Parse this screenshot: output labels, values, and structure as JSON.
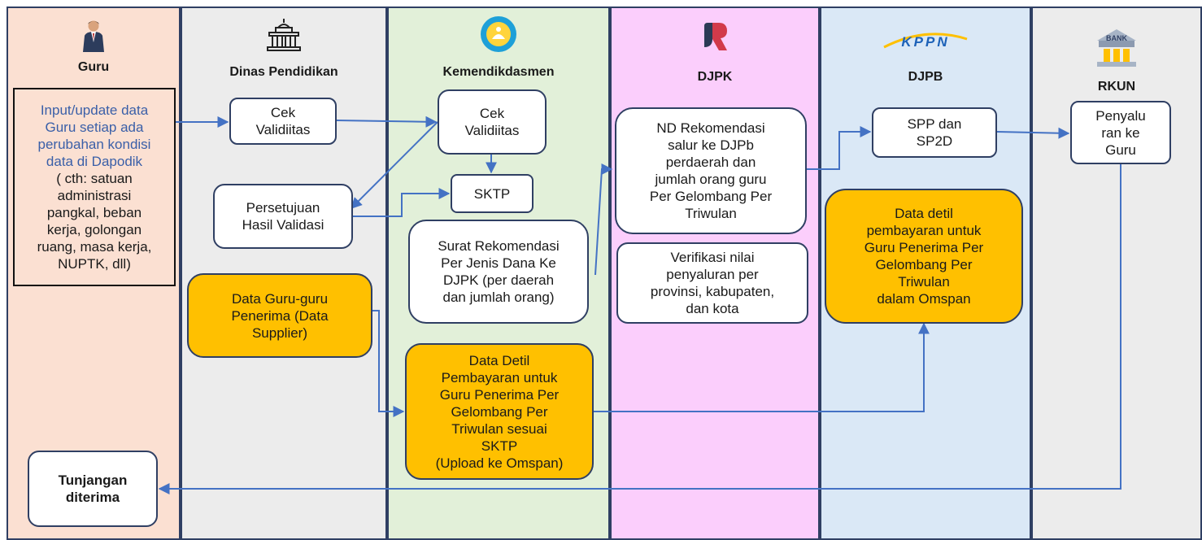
{
  "lanes": [
    {
      "title": "Guru",
      "color": "#fbe0d2",
      "icon": "teacher-icon"
    },
    {
      "title": "Dinas Pendidikan",
      "color": "#ececec",
      "icon": "government-building-icon"
    },
    {
      "title": "Kemendikdasmen",
      "color": "#e2f0d9",
      "icon": "kemendikdasmen-logo-icon"
    },
    {
      "title": "DJPK",
      "color": "#fbcefc",
      "icon": "djpk-logo-icon"
    },
    {
      "title": "DJPB",
      "color": "#dae8f6",
      "icon": "kppn-logo-icon"
    },
    {
      "title": "RKUN",
      "color": "#ececec",
      "icon": "bank-icon"
    }
  ],
  "logos": {
    "kppn": "KPPN",
    "bank": "BANK"
  },
  "boxes": {
    "input_blue": "Input/update data\nGuru setiap ada\nperubahan kondisi\ndata di Dapodik",
    "input_black": "( cth: satuan\nadministrasi\npangkal, beban\nkerja, golongan\nruang, masa kerja,\nNUPTK, dll)",
    "tunjangan": "Tunjangan\nditerima",
    "cek_dinas": "Cek\nValidiitas",
    "persetujuan": "Persetujuan\nHasil Validasi",
    "data_guru": "Data Guru-guru\nPenerima (Data\nSupplier)",
    "cek_kemen": "Cek\nValidiitas",
    "sktp": "SKTP",
    "surat": "Surat Rekomendasi\nPer Jenis Dana Ke\nDJPK (per daerah\ndan jumlah orang)",
    "data_detil_kemen": "Data Detil\nPembayaran untuk\nGuru Penerima Per\nGelombang Per\nTriwulan sesuai\nSKTP\n(Upload ke Omspan)",
    "nd_rekomendasi": "ND Rekomendasi\nsalur ke DJPb\nperdaerah dan\njumlah orang guru\nPer Gelombang Per\nTriwulan",
    "verifikasi": "Verifikasi nilai\npenyaluran per\nprovinsi, kabupaten,\ndan kota",
    "spp": "SPP dan\nSP2D",
    "data_detil_djpb": "Data detil\npembayaran untuk\nGuru Penerima Per\nGelombang Per\nTriwulan\ndalam Omspan",
    "penyaluran": "Penyalu\nran ke\nGuru"
  },
  "colors": {
    "arrow": "#4472c4",
    "orange": "#ffc000",
    "border": "#2f3f63"
  }
}
